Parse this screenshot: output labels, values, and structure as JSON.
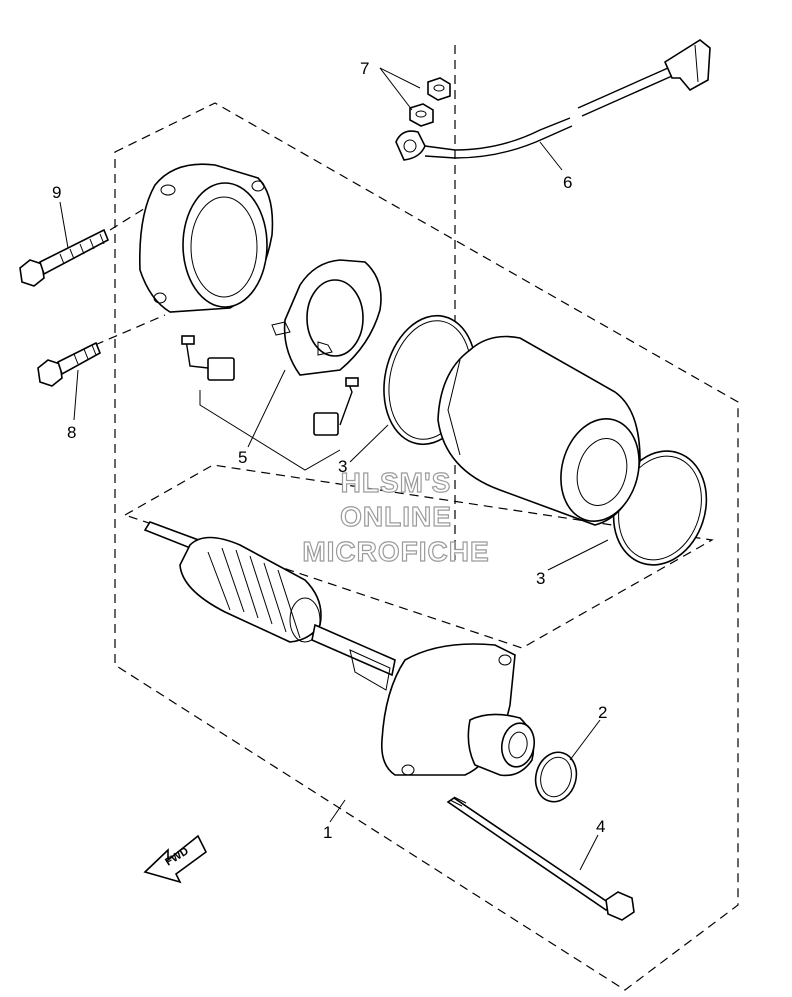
{
  "callouts": [
    {
      "id": "1",
      "label": "1"
    },
    {
      "id": "2",
      "label": "2"
    },
    {
      "id": "3a",
      "label": "3"
    },
    {
      "id": "3b",
      "label": "3"
    },
    {
      "id": "4",
      "label": "4"
    },
    {
      "id": "5",
      "label": "5"
    },
    {
      "id": "6",
      "label": "6"
    },
    {
      "id": "7",
      "label": "7"
    },
    {
      "id": "8",
      "label": "8"
    },
    {
      "id": "9",
      "label": "9"
    }
  ],
  "watermark": {
    "line1": "HLSM'S",
    "line2": "ONLINE",
    "line3": "MICROFICHE"
  },
  "direction_arrow": {
    "label": "FWD"
  }
}
